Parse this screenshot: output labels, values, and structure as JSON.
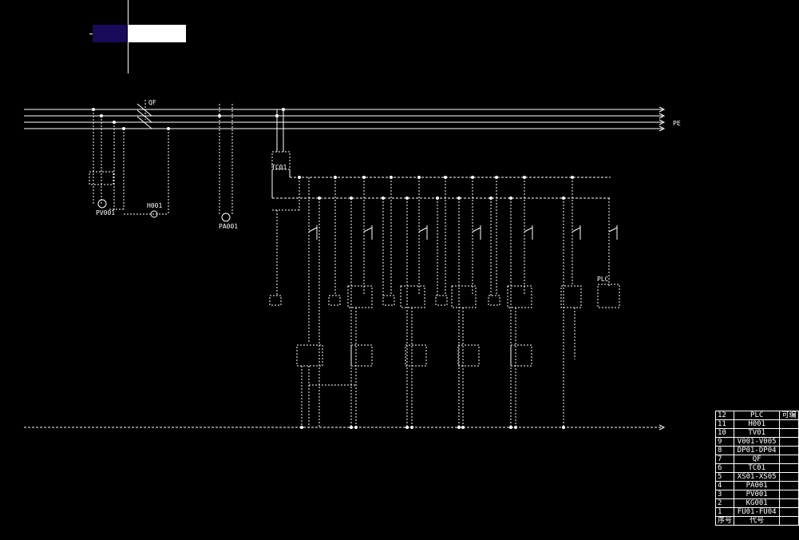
{
  "colors": {
    "background": "#000000",
    "lines": "#ffffff",
    "selection_dark": "#1a0a5a",
    "selection_light": "#ffffff"
  },
  "labels": {
    "switch_main": "QF",
    "transformer_tc": "TC01",
    "bus_right": "PE",
    "pv": "PV001",
    "ho": "H001",
    "pa": "PA001",
    "plc": "PLC"
  },
  "bom": {
    "header": {
      "no": "序号",
      "code": "代号"
    },
    "rows": [
      {
        "no": "12",
        "code": "PLC",
        "desc": "可编"
      },
      {
        "no": "11",
        "code": "H001",
        "desc": ""
      },
      {
        "no": "10",
        "code": "TV01",
        "desc": ""
      },
      {
        "no": "9",
        "code": "V001-V005",
        "desc": ""
      },
      {
        "no": "8",
        "code": "DP01-DP04",
        "desc": ""
      },
      {
        "no": "7",
        "code": "QF",
        "desc": ""
      },
      {
        "no": "6",
        "code": "TC01",
        "desc": ""
      },
      {
        "no": "5",
        "code": "XS01-XS05",
        "desc": ""
      },
      {
        "no": "4",
        "code": "PA001",
        "desc": ""
      },
      {
        "no": "3",
        "code": "PV001",
        "desc": ""
      },
      {
        "no": "2",
        "code": "KG001",
        "desc": ""
      },
      {
        "no": "1",
        "code": "FU01-FU04",
        "desc": ""
      }
    ]
  }
}
